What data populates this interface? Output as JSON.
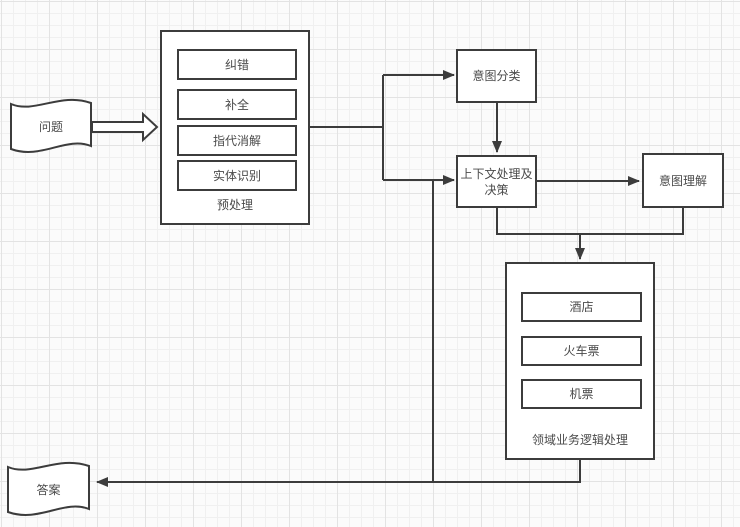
{
  "diagram": {
    "question": {
      "label": "问题"
    },
    "preprocess": {
      "title": "预处理",
      "items": [
        "纠错",
        "补全",
        "指代消解",
        "实体识别"
      ]
    },
    "intent_classification": {
      "label": "意图分类"
    },
    "context_decision": {
      "label": "上下文处理及决策"
    },
    "intent_understanding": {
      "label": "意图理解"
    },
    "domain_logic": {
      "title": "领域业务逻辑处理",
      "items": [
        "酒店",
        "火车票",
        "机票"
      ]
    },
    "answer": {
      "label": "答案"
    },
    "colors": {
      "stroke": "#3c3c3c",
      "text": "#4a4a4a",
      "node_fill": "#ffffff",
      "canvas_bg": "#fbfbfb",
      "grid_minor": "#f0f0f0",
      "grid_major": "#e3e3e3"
    }
  }
}
